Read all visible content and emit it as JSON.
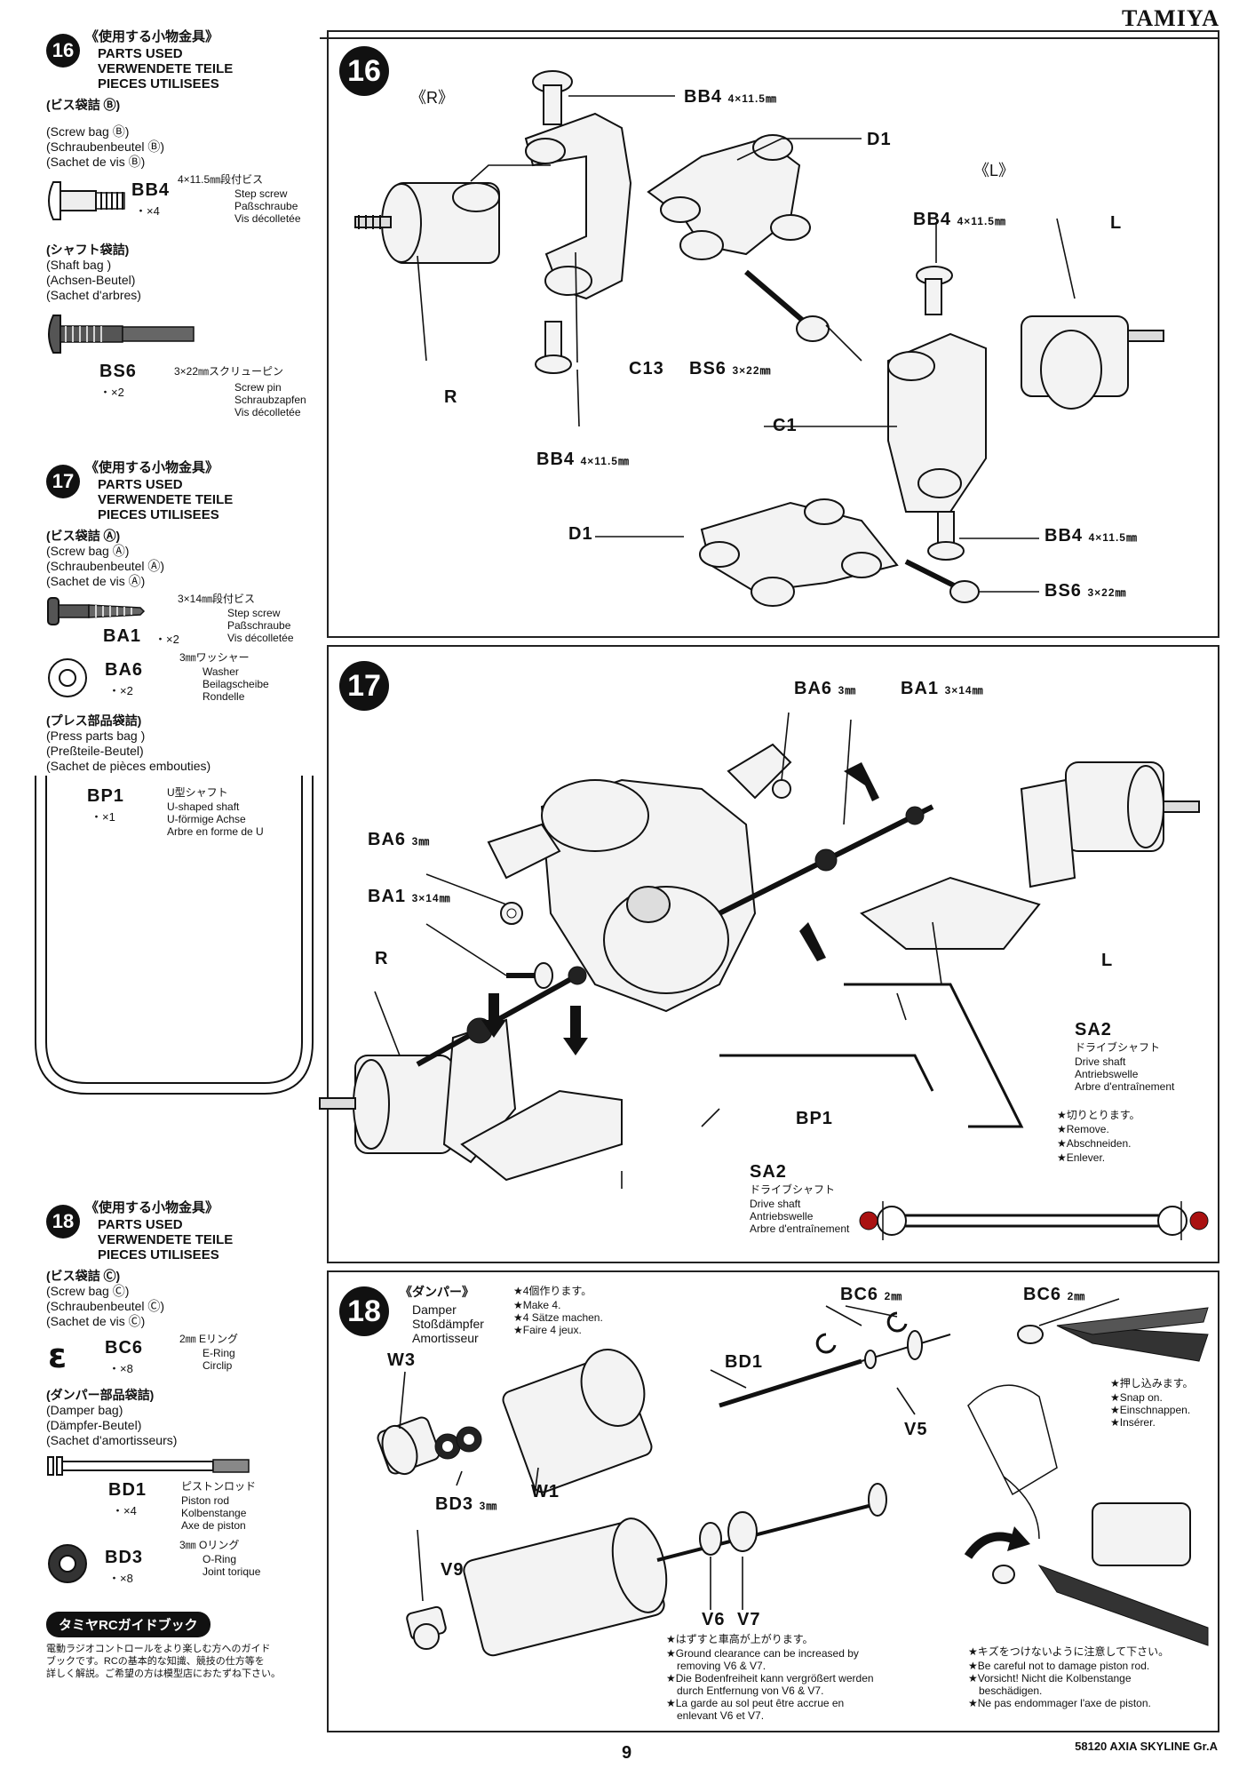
{
  "brand": "TAMIYA",
  "sidebar": {
    "s16": {
      "num": "16",
      "jp": "《使用する小物金具》",
      "en1": "PARTS USED",
      "en2": "VERWENDETE TEILE",
      "en3": "PIECES UTILISEES",
      "bag_jp": "(ビス袋詰 Ⓑ)",
      "bag_l1": "(Screw bag Ⓑ)",
      "bag_l2": "(Schraubenbeutel Ⓑ)",
      "bag_l3": "(Sachet de vis Ⓑ)",
      "bb4_code": "BB4",
      "bb4_qty": "・×4",
      "bb4_size": "4×11.5㎜段付ビス",
      "bb4_d1": "Step screw",
      "bb4_d2": "Paßschraube",
      "bb4_d3": "Vis décolletée",
      "shaft_jp": "(シャフト袋詰)",
      "shaft_l1": "(Shaft bag )",
      "shaft_l2": "(Achsen-Beutel)",
      "shaft_l3": "(Sachet d'arbres)",
      "bs6_code": "BS6",
      "bs6_qty": "・×2",
      "bs6_size": "3×22㎜スクリューピン",
      "bs6_d1": "Screw pin",
      "bs6_d2": "Schraubzapfen",
      "bs6_d3": "Vis décolletée"
    },
    "s17": {
      "num": "17",
      "jp": "《使用する小物金具》",
      "en1": "PARTS USED",
      "en2": "VERWENDETE TEILE",
      "en3": "PIECES UTILISEES",
      "bag_jp": "(ビス袋詰 Ⓐ)",
      "bag_l1": "(Screw bag Ⓐ)",
      "bag_l2": "(Schraubenbeutel Ⓐ)",
      "bag_l3": "(Sachet de vis Ⓐ)",
      "ba1_code": "BA1",
      "ba1_qty": "・×2",
      "ba1_size": "3×14㎜段付ビス",
      "ba1_d1": "Step screw",
      "ba1_d2": "Paßschraube",
      "ba1_d3": "Vis décolletée",
      "ba6_code": "BA6",
      "ba6_qty": "・×2",
      "ba6_size": "3㎜ワッシャー",
      "ba6_d1": "Washer",
      "ba6_d2": "Beilagscheibe",
      "ba6_d3": "Rondelle",
      "press_jp": "(プレス部品袋詰)",
      "press_l1": "(Press parts bag )",
      "press_l2": "(Preßteile-Beutel)",
      "press_l3": "(Sachet de pièces embouties)",
      "bp1_code": "BP1",
      "bp1_qty": "・×1",
      "bp1_jp": "U型シャフト",
      "bp1_d1": "U-shaped shaft",
      "bp1_d2": "U-förmige Achse",
      "bp1_d3": "Arbre en forme de U"
    },
    "s18": {
      "num": "18",
      "jp": "《使用する小物金具》",
      "en1": "PARTS USED",
      "en2": "VERWENDETE TEILE",
      "en3": "PIECES UTILISEES",
      "bag_jp": "(ビス袋詰 Ⓒ)",
      "bag_l1": "(Screw bag Ⓒ)",
      "bag_l2": "(Schraubenbeutel Ⓒ)",
      "bag_l3": "(Sachet de vis Ⓒ)",
      "bc6_code": "BC6",
      "bc6_qty": "・×8",
      "bc6_size": "2㎜ Eリング",
      "bc6_d1": "E-Ring",
      "bc6_d2": "Circlip",
      "damper_jp": "(ダンパー部品袋詰)",
      "damper_l1": "(Damper bag)",
      "damper_l2": "(Dämpfer-Beutel)",
      "damper_l3": "(Sachet d'amortisseurs)",
      "bd1_code": "BD1",
      "bd1_qty": "・×4",
      "bd1_jp": "ピストンロッド",
      "bd1_d1": "Piston rod",
      "bd1_d2": "Kolbenstange",
      "bd1_d3": "Axe de piston",
      "bd3_code": "BD3",
      "bd3_qty": "・×8",
      "bd3_size": "3㎜ Oリング",
      "bd3_d1": "O-Ring",
      "bd3_d2": "Joint torique"
    },
    "guide_title": "タミヤRCガイドブック",
    "guide_l1": "電動ラジオコントロールをより楽しむ方へのガイド",
    "guide_l2": "ブックです。RCの基本的な知識、競技の仕方等を",
    "guide_l3": "詳しく解説。ご希望の方は模型店におたずね下さい。"
  },
  "step16": {
    "num": "16",
    "r_side": "《R》",
    "l_side": "《L》",
    "bb4": "BB4",
    "bb4_size": "4×11.5㎜",
    "d1": "D1",
    "c13": "C13",
    "c1": "C1",
    "bs6": "BS6",
    "bs6_size": "3×22㎜",
    "r": "R",
    "l": "L"
  },
  "step17": {
    "num": "17",
    "ba6": "BA6",
    "ba6_size": "3㎜",
    "ba1": "BA1",
    "ba1_size": "3×14㎜",
    "r": "R",
    "l": "L",
    "sa2": "SA2",
    "sa2_jp": "ドライブシャフト",
    "sa2_d1": "Drive shaft",
    "sa2_d2": "Antriebswelle",
    "sa2_d3": "Arbre d'entraînement",
    "bp1": "BP1",
    "cut_jp": "★切りとります。",
    "cut_en": "★Remove.",
    "cut_de": "★Abschneiden.",
    "cut_fr": "★Enlever."
  },
  "step18": {
    "num": "18",
    "damper_jp": "《ダンパー》",
    "damper_en": "Damper",
    "damper_de": "Stoßdämpfer",
    "damper_fr": "Amortisseur",
    "make_jp": "★4個作ります。",
    "make_en": "★Make 4.",
    "make_de": "★4 Sätze machen.",
    "make_fr": "★Faire 4 jeux.",
    "w3": "W3",
    "w1": "W1",
    "bd3": "BD3",
    "bd3_size": "3㎜",
    "bd1": "BD1",
    "bc6": "BC6",
    "bc6_size": "2㎜",
    "v5": "V5",
    "v9": "V9",
    "v6": "V6",
    "v7": "V7",
    "snap_jp": "★押し込みます。",
    "snap_en": "★Snap on.",
    "snap_de": "★Einschnappen.",
    "snap_fr": "★Insérer.",
    "gc_jp": "★はずすと車高が上がります。",
    "gc_en1": "★Ground clearance can be increased by",
    "gc_en2": "removing V6 & V7.",
    "gc_de1": "★Die Bodenfreiheit kann vergrößert werden",
    "gc_de2": "durch Entfernung von V6 & V7.",
    "gc_fr1": "★La garde au sol peut être accrue en",
    "gc_fr2": "enlevant V6 et V7.",
    "care_jp": "★キズをつけないように注意して下さい。",
    "care_en": "★Be careful not to damage piston rod.",
    "care_de1": "★Vorsicht! Nicht die Kolbenstange",
    "care_de2": "beschädigen.",
    "care_fr": "★Ne pas endommager l'axe de piston."
  },
  "footer": {
    "page": "9",
    "model": "58120 AXIA SKYLINE Gr.A"
  }
}
